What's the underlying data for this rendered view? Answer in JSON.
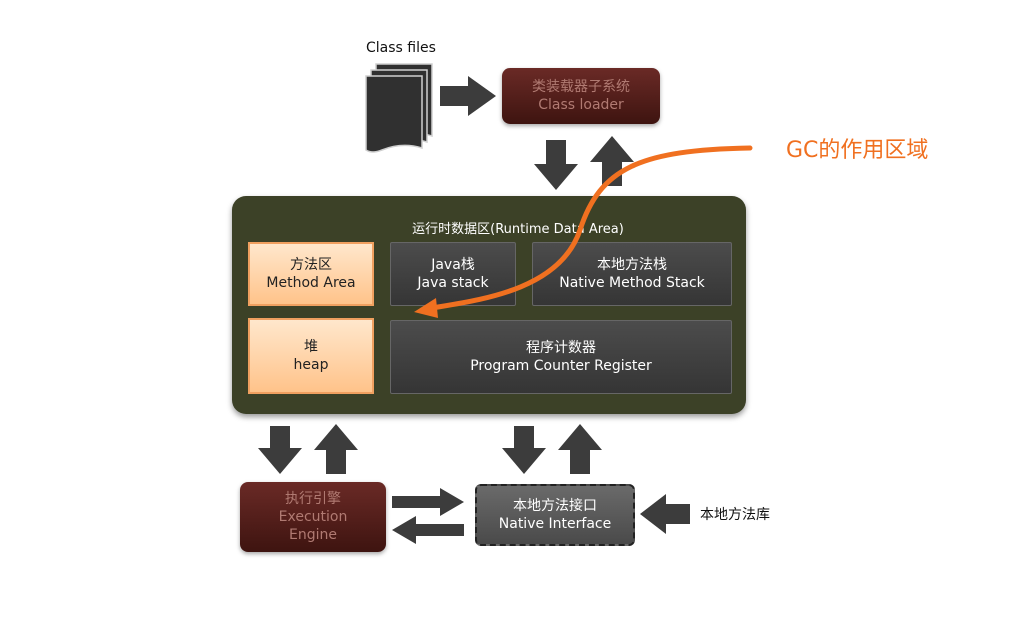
{
  "class_files": "Class files",
  "class_loader": {
    "cn": "类装载器子系统",
    "en": "Class loader"
  },
  "gc_label": "GC的作用区域",
  "runtime": {
    "title": "运行时数据区(Runtime Data Area)",
    "method_area": {
      "cn": "方法区",
      "en": "Method Area"
    },
    "java_stack": {
      "cn": "Java栈",
      "en": "Java stack"
    },
    "native_stack": {
      "cn": "本地方法栈",
      "en": "Native Method Stack"
    },
    "heap": {
      "cn": "堆",
      "en": "heap"
    },
    "pc_register": {
      "cn": "程序计数器",
      "en": "Program Counter Register"
    }
  },
  "execution_engine": {
    "cn": "执行引擎",
    "en1": "Execution",
    "en2": "Engine"
  },
  "native_interface": {
    "cn": "本地方法接口",
    "en": "Native Interface"
  },
  "native_library": "本地方法库",
  "colors": {
    "accent_orange": "#f07020",
    "arrow": "#3c3c3c",
    "runtime_bg": "#3c4127"
  }
}
